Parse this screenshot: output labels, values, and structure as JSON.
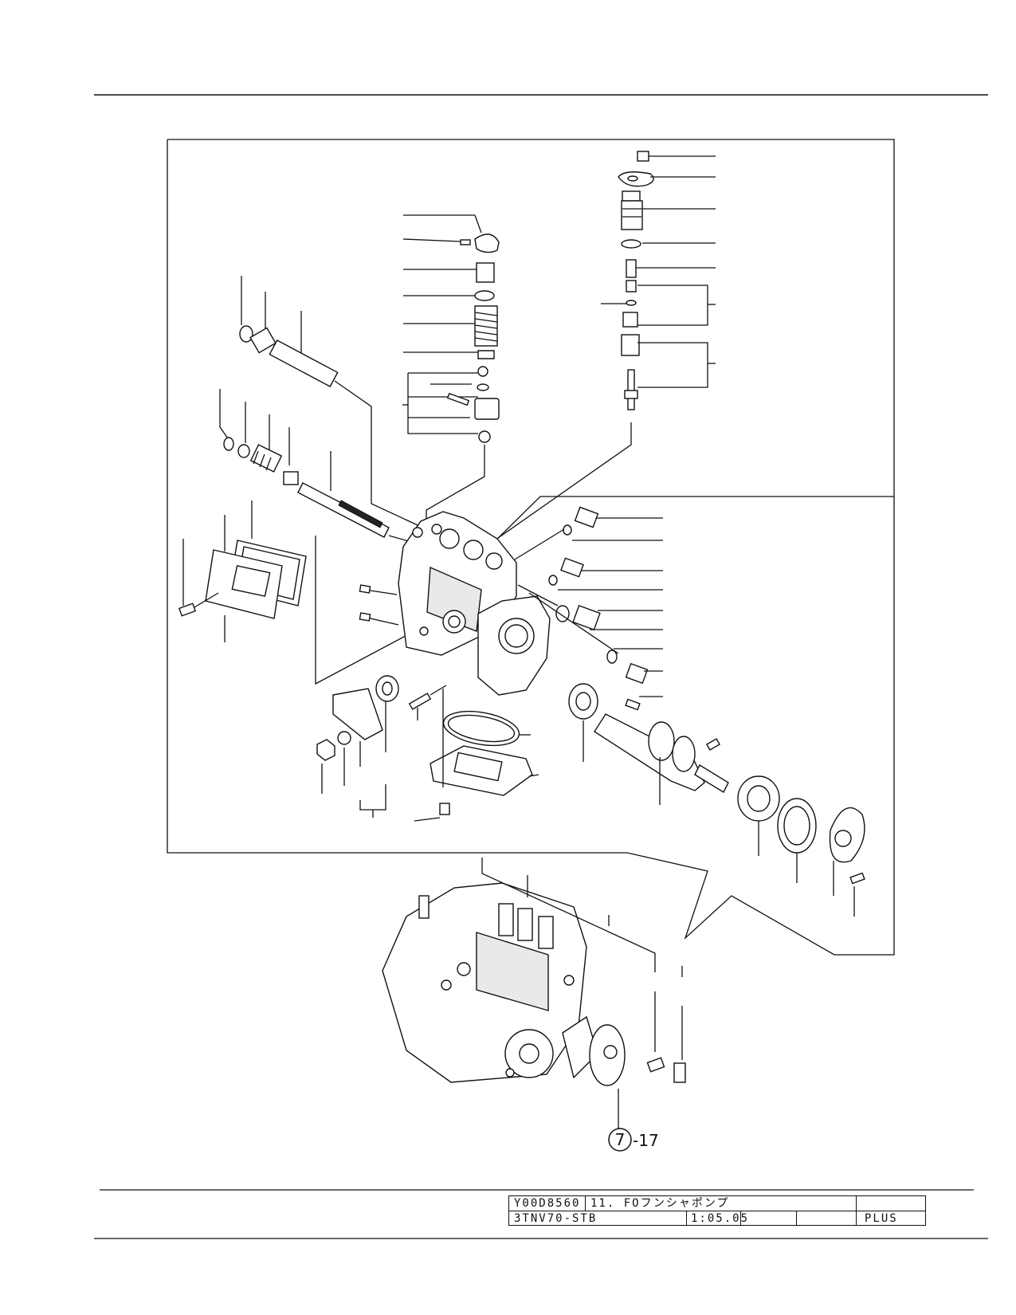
{
  "drawing": {
    "callout": {
      "number": "7",
      "suffix": "-17"
    }
  },
  "title_block": {
    "drawing_number": "Y00D8560",
    "section_title": "11. FOフンシャポンプ",
    "model": "3TNV70-STB",
    "scale_date": "1:05.05",
    "cell_blank_1": "",
    "cell_blank_2": "",
    "edition": "PLUS"
  }
}
